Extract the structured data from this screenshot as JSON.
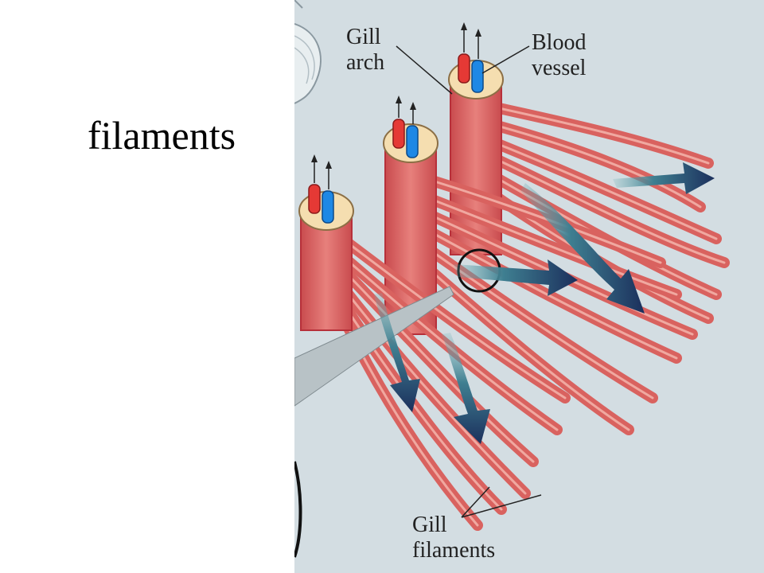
{
  "slide": {
    "title": "filaments"
  },
  "figure": {
    "labels": {
      "gill_arch": [
        "Gill",
        "arch"
      ],
      "blood_vessel": [
        "Blood",
        "vessel"
      ],
      "gill_filaments": [
        "Gill",
        "filaments"
      ]
    },
    "colors": {
      "background": "#d3dde2",
      "filament": "#de6a68",
      "filament_stroke": "#b7303a",
      "arch_cap": "#f5deb0",
      "artery_red": "#e53935",
      "vessel_blue": "#1e88e5",
      "water_arrow": "#1b2f5c",
      "water_arrow_light": "#5a9ea6"
    }
  }
}
